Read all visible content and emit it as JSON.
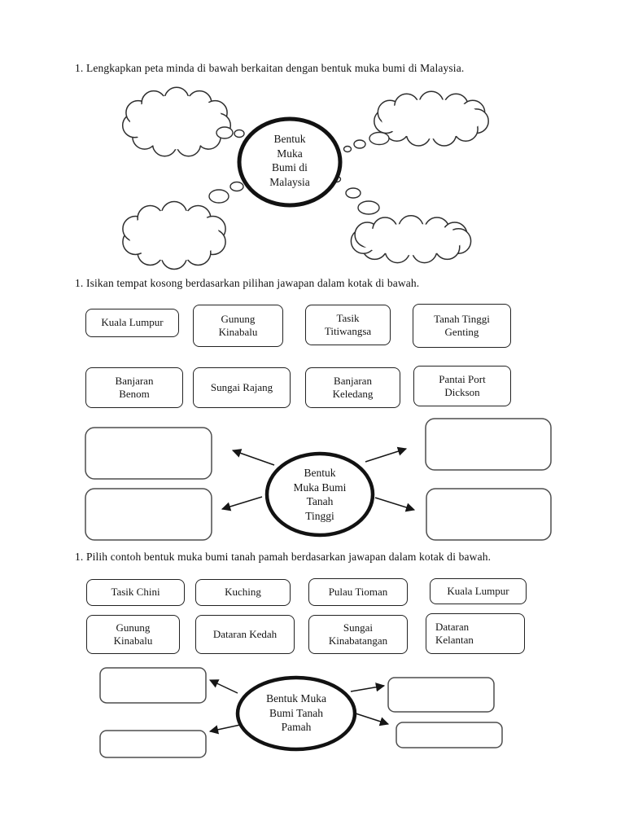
{
  "page": {
    "background": "#ffffff",
    "ink": "#1a1a1a"
  },
  "sections": {
    "q1": {
      "heading": "1. Lengkapkan peta minda di bawah berkaitan dengan bentuk muka bumi di Malaysia.",
      "center_label": "Bentuk\nMuka\nBumi di\nMalaysia"
    },
    "q2": {
      "heading": "1. Isikan tempat kosong berdasarkan pilihan jawapan dalam kotak di bawah.",
      "options": [
        "Kuala Lumpur",
        "Gunung\nKinabalu",
        "Tasik\nTitiwangsa",
        "Tanah Tinggi\nGenting",
        "Banjaran\nBenom",
        "Sungai Rajang",
        "Banjaran\nKeledang",
        "Pantai Port\nDickson"
      ],
      "center_label": "Bentuk\nMuka Bumi\nTanah\nTinggi"
    },
    "q3": {
      "heading": "1. Pilih contoh bentuk muka bumi tanah pamah berdasarkan jawapan dalam kotak di bawah.",
      "options": [
        "Tasik Chini",
        "Kuching",
        "Pulau Tioman",
        "Kuala Lumpur",
        "Gunung\nKinabalu",
        "Dataran Kedah",
        "Sungai\nKinabatangan",
        "Dataran\nKelantan"
      ],
      "center_label": "Bentuk Muka\nBumi Tanah\nPamah"
    }
  }
}
